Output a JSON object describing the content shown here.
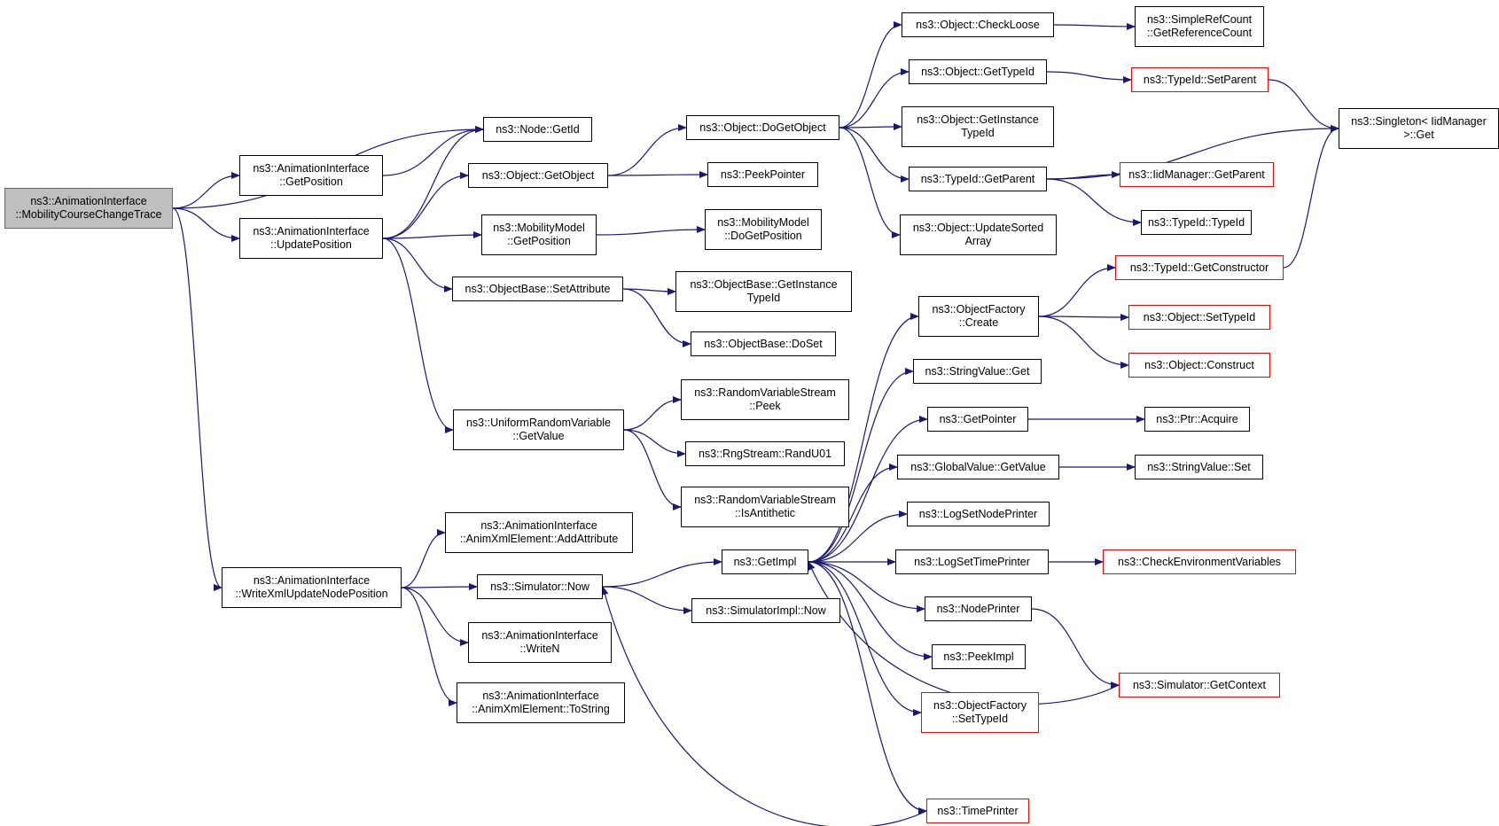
{
  "diagram": {
    "colors": {
      "edge": "#191970",
      "red_border": "#ff0000",
      "root_fill": "#bfbfbf"
    },
    "nodes": [
      {
        "id": "root",
        "lines": [
          "ns3::AnimationInterface",
          "::MobilityCourseChangeTrace"
        ],
        "style": "root"
      },
      {
        "id": "node_getid",
        "lines": [
          "ns3::Node::GetId"
        ]
      },
      {
        "id": "ai_getposition",
        "lines": [
          "ns3::AnimationInterface",
          "::GetPosition"
        ]
      },
      {
        "id": "ai_updateposition",
        "lines": [
          "ns3::AnimationInterface",
          "::UpdatePosition"
        ]
      },
      {
        "id": "ai_writexml",
        "lines": [
          "ns3::AnimationInterface",
          "::WriteXmlUpdateNodePosition"
        ]
      },
      {
        "id": "obj_getobject",
        "lines": [
          "ns3::Object::GetObject"
        ]
      },
      {
        "id": "mm_getposition",
        "lines": [
          "ns3::MobilityModel",
          "::GetPosition"
        ]
      },
      {
        "id": "ob_setattribute",
        "lines": [
          "ns3::ObjectBase::SetAttribute"
        ]
      },
      {
        "id": "urv_getvalue",
        "lines": [
          "ns3::UniformRandomVariable",
          "::GetValue"
        ]
      },
      {
        "id": "obj_dogetobject",
        "lines": [
          "ns3::Object::DoGetObject"
        ]
      },
      {
        "id": "peekpointer",
        "lines": [
          "ns3::PeekPointer"
        ]
      },
      {
        "id": "mm_dogetposition",
        "lines": [
          "ns3::MobilityModel",
          "::DoGetPosition"
        ]
      },
      {
        "id": "ob_getinstancetypeid",
        "lines": [
          "ns3::ObjectBase::GetInstance",
          "TypeId"
        ]
      },
      {
        "id": "ob_doset",
        "lines": [
          "ns3::ObjectBase::DoSet"
        ]
      },
      {
        "id": "rvs_peek",
        "lines": [
          "ns3::RandomVariableStream",
          "::Peek"
        ]
      },
      {
        "id": "rng_randu01",
        "lines": [
          "ns3::RngStream::RandU01"
        ]
      },
      {
        "id": "rvs_isantithetic",
        "lines": [
          "ns3::RandomVariableStream",
          "::IsAntithetic"
        ]
      },
      {
        "id": "obj_checkloose",
        "lines": [
          "ns3::Object::CheckLoose"
        ]
      },
      {
        "id": "obj_gettypeid",
        "lines": [
          "ns3::Object::GetTypeId"
        ]
      },
      {
        "id": "obj_getinstancetypeid",
        "lines": [
          "ns3::Object::GetInstance",
          "TypeId"
        ]
      },
      {
        "id": "typeid_getparent",
        "lines": [
          "ns3::TypeId::GetParent"
        ]
      },
      {
        "id": "obj_updatesortedarray",
        "lines": [
          "ns3::Object::UpdateSorted",
          "Array"
        ]
      },
      {
        "id": "src_getreferencecount",
        "lines": [
          "ns3::SimpleRefCount",
          "::GetReferenceCount"
        ]
      },
      {
        "id": "typeid_setparent",
        "lines": [
          "ns3::TypeId::SetParent"
        ],
        "style": "red"
      },
      {
        "id": "singleton_get",
        "lines": [
          "ns3::Singleton< IidManager",
          ">::Get"
        ]
      },
      {
        "id": "iidmanager_getparent",
        "lines": [
          "ns3::IidManager::GetParent"
        ],
        "style": "red"
      },
      {
        "id": "typeid_typeid",
        "lines": [
          "ns3::TypeId::TypeId"
        ]
      },
      {
        "id": "typeid_getconstructor",
        "lines": [
          "ns3::TypeId::GetConstructor"
        ],
        "style": "red"
      },
      {
        "id": "of_create",
        "lines": [
          "ns3::ObjectFactory",
          "::Create"
        ]
      },
      {
        "id": "obj_settypeid",
        "lines": [
          "ns3::Object::SetTypeId"
        ],
        "style": "red"
      },
      {
        "id": "obj_construct",
        "lines": [
          "ns3::Object::Construct"
        ],
        "style": "red"
      },
      {
        "id": "stringvalue_get",
        "lines": [
          "ns3::StringValue::Get"
        ]
      },
      {
        "id": "getpointer",
        "lines": [
          "ns3::GetPointer"
        ]
      },
      {
        "id": "ptr_acquire",
        "lines": [
          "ns3::Ptr::Acquire"
        ]
      },
      {
        "id": "gv_getvalue",
        "lines": [
          "ns3::GlobalValue::GetValue"
        ]
      },
      {
        "id": "stringvalue_set",
        "lines": [
          "ns3::StringValue::Set"
        ]
      },
      {
        "id": "logsetnodeprinter",
        "lines": [
          "ns3::LogSetNodePrinter"
        ]
      },
      {
        "id": "getimpl",
        "lines": [
          "ns3::GetImpl"
        ]
      },
      {
        "id": "logsettimeprinter",
        "lines": [
          "ns3::LogSetTimePrinter"
        ]
      },
      {
        "id": "checkenv",
        "lines": [
          "ns3::CheckEnvironmentVariables"
        ],
        "style": "red"
      },
      {
        "id": "nodeprinter",
        "lines": [
          "ns3::NodePrinter"
        ]
      },
      {
        "id": "peekimpl",
        "lines": [
          "ns3::PeekImpl"
        ]
      },
      {
        "id": "sim_getcontext",
        "lines": [
          "ns3::Simulator::GetContext"
        ],
        "style": "red"
      },
      {
        "id": "of_settypeid",
        "lines": [
          "ns3::ObjectFactory",
          "::SetTypeId"
        ],
        "style": "red"
      },
      {
        "id": "timeprinter",
        "lines": [
          "ns3::TimePrinter"
        ],
        "style": "red"
      },
      {
        "id": "ai_addattribute",
        "lines": [
          "ns3::AnimationInterface",
          "::AnimXmlElement::AddAttribute"
        ]
      },
      {
        "id": "sim_now",
        "lines": [
          "ns3::Simulator::Now"
        ]
      },
      {
        "id": "simimpl_now",
        "lines": [
          "ns3::SimulatorImpl::Now"
        ]
      },
      {
        "id": "ai_writen",
        "lines": [
          "ns3::AnimationInterface",
          "::WriteN"
        ]
      },
      {
        "id": "ai_tostring",
        "lines": [
          "ns3::AnimationInterface",
          "::AnimXmlElement::ToString"
        ]
      }
    ],
    "edges": [
      [
        "root",
        "node_getid"
      ],
      [
        "root",
        "ai_getposition"
      ],
      [
        "root",
        "ai_updateposition"
      ],
      [
        "root",
        "ai_writexml"
      ],
      [
        "ai_getposition",
        "node_getid"
      ],
      [
        "ai_updateposition",
        "node_getid"
      ],
      [
        "ai_updateposition",
        "obj_getobject"
      ],
      [
        "ai_updateposition",
        "mm_getposition"
      ],
      [
        "ai_updateposition",
        "ob_setattribute"
      ],
      [
        "ai_updateposition",
        "urv_getvalue"
      ],
      [
        "obj_getobject",
        "obj_dogetobject"
      ],
      [
        "obj_getobject",
        "peekpointer"
      ],
      [
        "mm_getposition",
        "mm_dogetposition"
      ],
      [
        "ob_setattribute",
        "ob_getinstancetypeid"
      ],
      [
        "ob_setattribute",
        "ob_doset"
      ],
      [
        "urv_getvalue",
        "rvs_peek"
      ],
      [
        "urv_getvalue",
        "rng_randu01"
      ],
      [
        "urv_getvalue",
        "rvs_isantithetic"
      ],
      [
        "obj_dogetobject",
        "obj_checkloose"
      ],
      [
        "obj_dogetobject",
        "obj_gettypeid"
      ],
      [
        "obj_dogetobject",
        "obj_getinstancetypeid"
      ],
      [
        "obj_dogetobject",
        "typeid_getparent"
      ],
      [
        "obj_dogetobject",
        "obj_updatesortedarray"
      ],
      [
        "obj_checkloose",
        "src_getreferencecount"
      ],
      [
        "obj_gettypeid",
        "typeid_setparent"
      ],
      [
        "typeid_setparent",
        "singleton_get"
      ],
      [
        "typeid_getparent",
        "singleton_get"
      ],
      [
        "typeid_getparent",
        "iidmanager_getparent"
      ],
      [
        "typeid_getparent",
        "typeid_typeid"
      ],
      [
        "typeid_getconstructor",
        "singleton_get"
      ],
      [
        "of_create",
        "typeid_getconstructor"
      ],
      [
        "of_create",
        "obj_settypeid"
      ],
      [
        "of_create",
        "obj_construct"
      ],
      [
        "getpointer",
        "ptr_acquire"
      ],
      [
        "gv_getvalue",
        "stringvalue_set"
      ],
      [
        "logsettimeprinter",
        "checkenv"
      ],
      [
        "nodeprinter",
        "sim_getcontext"
      ],
      [
        "sim_getcontext",
        "getimpl"
      ],
      [
        "getimpl",
        "of_create"
      ],
      [
        "getimpl",
        "stringvalue_get"
      ],
      [
        "getimpl",
        "getpointer"
      ],
      [
        "getimpl",
        "gv_getvalue"
      ],
      [
        "getimpl",
        "logsetnodeprinter"
      ],
      [
        "getimpl",
        "logsettimeprinter"
      ],
      [
        "getimpl",
        "nodeprinter"
      ],
      [
        "getimpl",
        "peekimpl"
      ],
      [
        "getimpl",
        "of_settypeid"
      ],
      [
        "getimpl",
        "timeprinter"
      ],
      [
        "timeprinter",
        "sim_now"
      ],
      [
        "ai_writexml",
        "ai_addattribute"
      ],
      [
        "ai_writexml",
        "sim_now"
      ],
      [
        "ai_writexml",
        "ai_writen"
      ],
      [
        "ai_writexml",
        "ai_tostring"
      ],
      [
        "sim_now",
        "getimpl"
      ],
      [
        "sim_now",
        "simimpl_now"
      ]
    ]
  }
}
